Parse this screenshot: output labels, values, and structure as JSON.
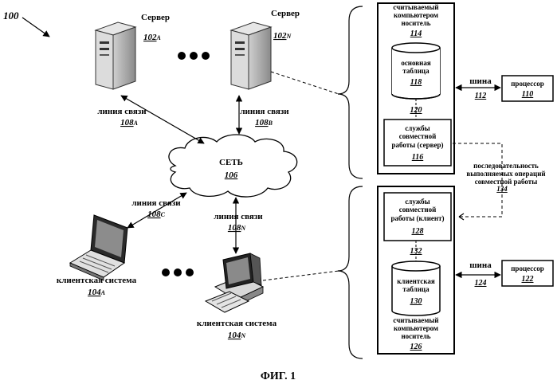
{
  "figure_ref": "100",
  "caption": "ФИГ. 1",
  "servers": [
    {
      "label": "Сервер",
      "ref_main": "102",
      "ref_sub": "A"
    },
    {
      "label": "Сервер",
      "ref_main": "102",
      "ref_sub": "N"
    }
  ],
  "links": [
    {
      "label": "линия связи",
      "ref_main": "108",
      "ref_sub": "A"
    },
    {
      "label": "линия связи",
      "ref_main": "108",
      "ref_sub": "B"
    },
    {
      "label": "линия связи",
      "ref_main": "108",
      "ref_sub": "C"
    },
    {
      "label": "линия связи",
      "ref_main": "108",
      "ref_sub": "N"
    }
  ],
  "network": {
    "label": "СЕТЬ",
    "ref": "106"
  },
  "clients": [
    {
      "label": "клиентская система",
      "ref_main": "104",
      "ref_sub": "A"
    },
    {
      "label": "клиентская система",
      "ref_main": "104",
      "ref_sub": "N"
    }
  ],
  "server_media": {
    "lines": [
      "считываемый",
      "компьютером",
      "носитель"
    ],
    "ref": "114",
    "table_lines": [
      "основная",
      "таблица"
    ],
    "table_ref": "118",
    "conn_ref": "120",
    "service_lines": [
      "службы",
      "совместной",
      "работы (сервер)"
    ],
    "service_ref": "116"
  },
  "client_media": {
    "lines": [
      "считываемый",
      "компьютером",
      "носитель"
    ],
    "ref": "126",
    "table_lines": [
      "клиентская",
      "таблица"
    ],
    "table_ref": "130",
    "conn_ref": "132",
    "service_lines": [
      "службы",
      "совместной",
      "работы (клиент)"
    ],
    "service_ref": "128"
  },
  "bus_top": {
    "label": "шина",
    "ref": "112"
  },
  "bus_bottom": {
    "label": "шина",
    "ref": "124"
  },
  "processor_top": {
    "label": "процессор",
    "ref": "110"
  },
  "processor_bottom": {
    "label": "процессор",
    "ref": "122"
  },
  "sequence": {
    "lines": [
      "последовательность",
      "выполняемых операций",
      "совместной работы"
    ],
    "ref": "134"
  }
}
